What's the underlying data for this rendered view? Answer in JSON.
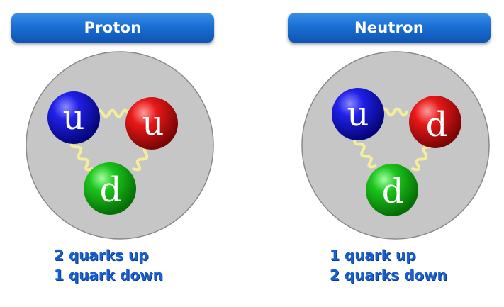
{
  "proton": {
    "title": "Proton",
    "quarks": [
      "u",
      "u",
      "d"
    ],
    "caption_line1": "2 quarks up",
    "caption_line2": "1 quark down"
  },
  "neutron": {
    "title": "Neutron",
    "quarks": [
      "u",
      "d",
      "d"
    ],
    "caption_line1": "1 quark up",
    "caption_line2": "2 quarks down"
  },
  "colors": {
    "banner": "#1a6fd4",
    "nucleon": "#c8c8c8",
    "quark_blue": "#1010d8",
    "quark_red": "#e01818",
    "quark_green": "#18b818",
    "gluon": "#f4ee9a",
    "caption_text": "#1a5fd0"
  }
}
